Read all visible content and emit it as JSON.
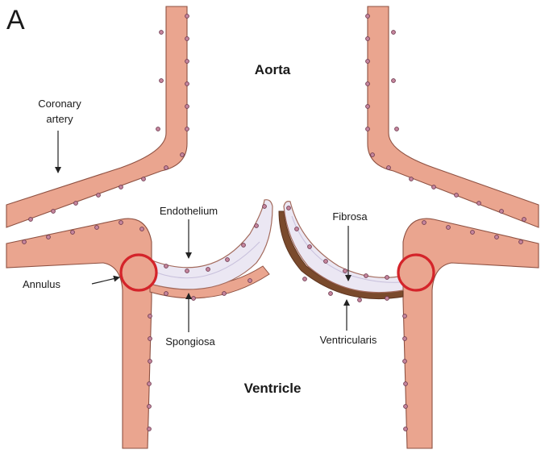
{
  "panel_label": "A",
  "regions": {
    "aorta": "Aorta",
    "ventricle": "Ventricle"
  },
  "labels": {
    "coronary_artery": [
      "Coronary",
      "artery"
    ],
    "endothelium": "Endothelium",
    "fibrosa": "Fibrosa",
    "annulus": "Annulus",
    "spongiosa": "Spongiosa",
    "ventricularis": "Ventricularis"
  },
  "colors": {
    "tissue": "#eaa58f",
    "tissue_outline": "#8e5142",
    "endothelial_cells": "#c6869e",
    "valve_leaflet": "#ebe7f3",
    "ventricularis_layer": "#7a4a2c",
    "annulus_ring": "#d4242a"
  }
}
